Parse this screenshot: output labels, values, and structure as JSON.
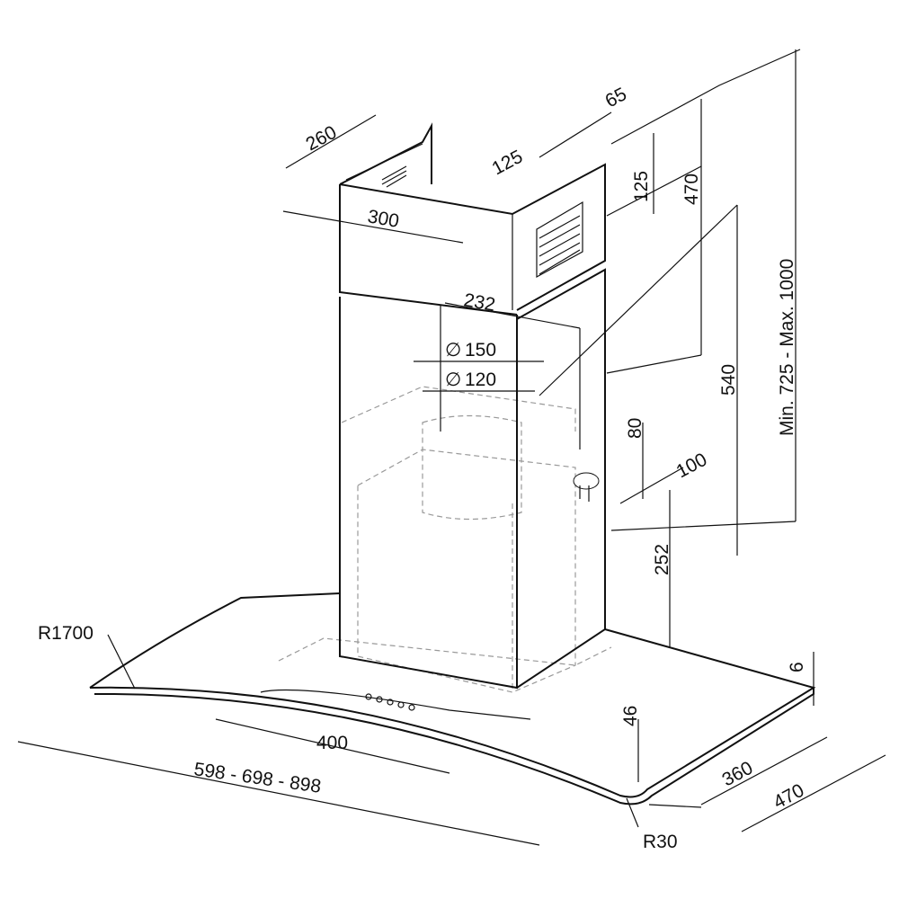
{
  "title": "Cooker hood dimensional drawing",
  "dimensions": {
    "chimney_depth": "260",
    "chimney_width": "300",
    "vent_offset_h": "125",
    "vent_offset_top": "65",
    "vent_height": "125",
    "upper_chimney": "470",
    "total_height": "Min. 725 - Max. 1000",
    "duct_offset": "232",
    "outlet_150": "150",
    "outlet_120": "120",
    "diameter_symbol": "∅",
    "socket_height": "80",
    "socket_offset": "100",
    "lower_chimney": "540",
    "socket_from_bottom": "252",
    "radius_front": "R1700",
    "glass_thickness": "6",
    "canopy_height": "46",
    "canopy_inner_width": "400",
    "widths": "598 - 698 - 898",
    "canopy_inner_depth": "360",
    "canopy_depth": "470",
    "radius_corner": "R30"
  }
}
